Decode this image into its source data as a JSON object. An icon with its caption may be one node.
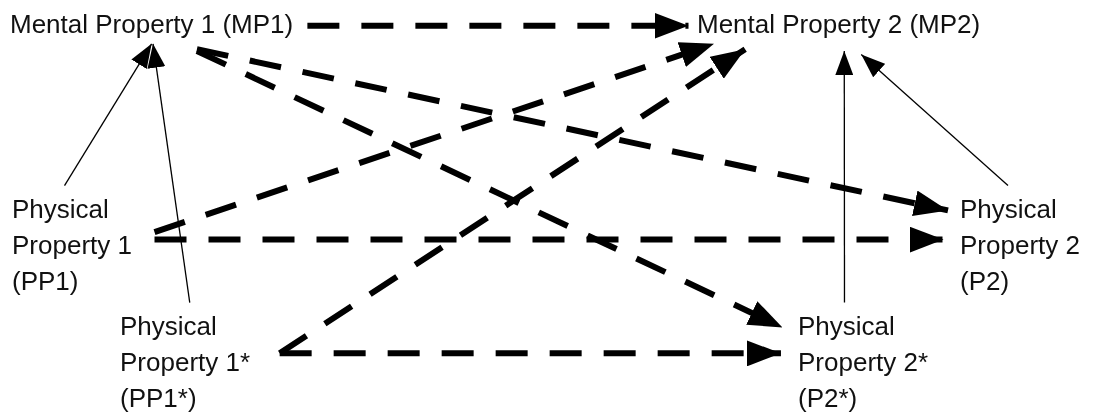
{
  "diagram": {
    "nodes": [
      {
        "text": [
          "Mental Property 1 (MP1)"
        ]
      },
      {
        "text": [
          "Mental Property 2 (MP2)"
        ]
      },
      {
        "text": [
          "Physical Property 1 (PP1)"
        ]
      },
      {
        "text": [
          "Physical Property 1* (PP1*)"
        ]
      },
      {
        "text": [
          "Physical Property 2 (P2)"
        ]
      },
      {
        "text": [
          "Physical Property 2* (P2*)"
        ]
      }
    ],
    "edges": [
      {
        "from": 0,
        "to": 1,
        "arrow": "to",
        "style": "dashed"
      },
      {
        "from": 2,
        "to": 0,
        "arrow": "to"
      },
      {
        "from": 3,
        "to": 0,
        "arrow": "to"
      },
      {
        "from": 4,
        "to": 1,
        "arrow": "to"
      },
      {
        "from": 5,
        "to": 1,
        "arrow": "to"
      },
      {
        "from": 0,
        "to": 4,
        "arrow": "to",
        "style": "dashed"
      },
      {
        "from": 0,
        "to": 5,
        "arrow": "to",
        "style": "dashed"
      },
      {
        "from": 2,
        "to": 1,
        "arrow": "to",
        "style": "dashed"
      },
      {
        "from": 3,
        "to": 1,
        "arrow": "to",
        "style": "dashed"
      },
      {
        "from": 2,
        "to": 4,
        "arrow": "to",
        "style": "dashed"
      },
      {
        "from": 3,
        "to": 5,
        "arrow": "to",
        "style": "dashed"
      }
    ]
  }
}
